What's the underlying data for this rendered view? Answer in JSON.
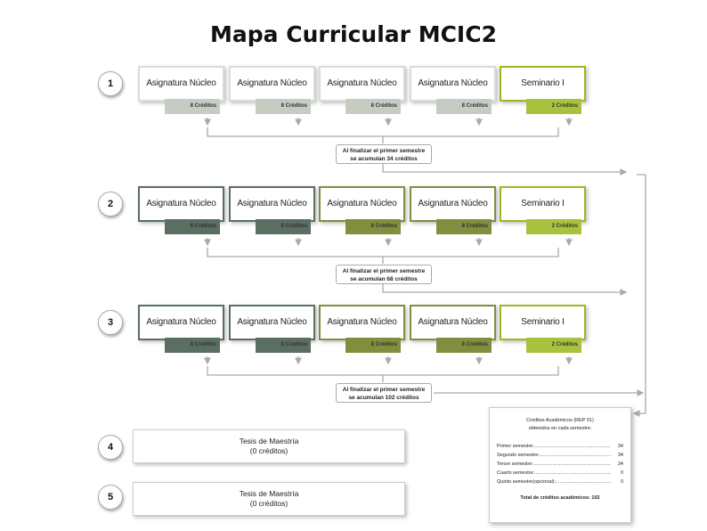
{
  "title": "Mapa Curricular MCIC2",
  "colors": {
    "dark": "#5a6e62",
    "olive": "#7f8f3e",
    "light": "#c5ccc2",
    "green": "#99b822",
    "seminar": "#a9c23d"
  },
  "semesters": [
    {
      "number": "1",
      "courses": [
        {
          "name": "Asignatura Núcleo",
          "credits": "8 Créditos",
          "style": "light"
        },
        {
          "name": "Asignatura Núcleo",
          "credits": "8 Créditos",
          "style": "light"
        },
        {
          "name": "Asignatura Núcleo",
          "credits": "8 Créditos",
          "style": "light"
        },
        {
          "name": "Asignatura Núcleo",
          "credits": "8 Créditos",
          "style": "light"
        },
        {
          "name": "Seminario I",
          "credits": "2 Créditos",
          "style": "green"
        }
      ],
      "note_line1": "Al finalizar el primer semestre",
      "note_line2": "se acumulan 34 créditos"
    },
    {
      "number": "2",
      "courses": [
        {
          "name": "Asignatura Núcleo",
          "credits": "8 Créditos",
          "style": "dark"
        },
        {
          "name": "Asignatura Núcleo",
          "credits": "8 Créditos",
          "style": "dark"
        },
        {
          "name": "Asignatura Núcleo",
          "credits": "8 Créditos",
          "style": "olive"
        },
        {
          "name": "Asignatura Núcleo",
          "credits": "8 Créditos",
          "style": "olive"
        },
        {
          "name": "Seminario I",
          "credits": "2 Créditos",
          "style": "green"
        }
      ],
      "note_line1": "Al finalizar el primer semestre",
      "note_line2": "se acumulan 68 créditos"
    },
    {
      "number": "3",
      "courses": [
        {
          "name": "Asignatura Núcleo",
          "credits": "8 Créditos",
          "style": "dark"
        },
        {
          "name": "Asignatura Núcleo",
          "credits": "8 Créditos",
          "style": "dark"
        },
        {
          "name": "Asignatura Núcleo",
          "credits": "8 Créditos",
          "style": "olive"
        },
        {
          "name": "Asignatura Núcleo",
          "credits": "8 Créditos",
          "style": "olive"
        },
        {
          "name": "Seminario I",
          "credits": "2 Créditos",
          "style": "green"
        }
      ],
      "note_line1": "Al finalizar el primer semestre",
      "note_line2": "se acumulan 102 créditos"
    }
  ],
  "thesis": [
    {
      "number": "4",
      "line1": "Tesis de Maestría",
      "line2": "(0 créditos)"
    },
    {
      "number": "5",
      "line1": "Tesis de Maestría",
      "line2": "(0 créditos)"
    }
  ],
  "summary": {
    "heading1": "Créditos Académicos (REP 91)",
    "heading2": "obtenidos en cada semestre:",
    "rows": [
      {
        "label": "Primer semestre:",
        "value": "34"
      },
      {
        "label": "Segundo semestre:",
        "value": "34"
      },
      {
        "label": "Tercer semestre:",
        "value": "34"
      },
      {
        "label": "Cuarto semestre:",
        "value": "0"
      },
      {
        "label": "Quinto semestre(opcional):",
        "value": "0"
      }
    ],
    "total": "Total de créditos académicos: 102"
  }
}
